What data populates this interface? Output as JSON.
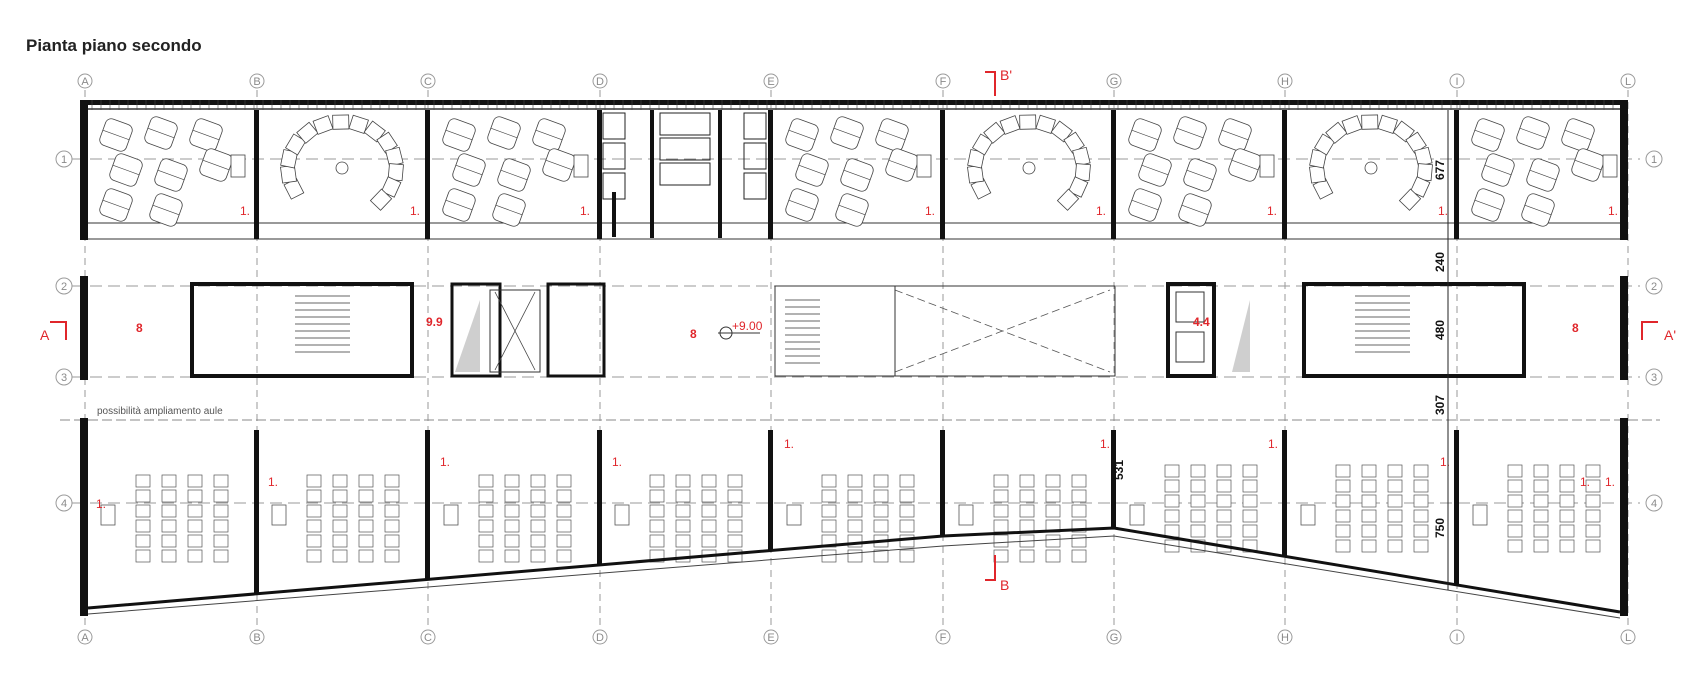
{
  "title": "Pianta piano secondo",
  "axes_columns": [
    "A",
    "B",
    "C",
    "D",
    "E",
    "F",
    "G",
    "H",
    "I",
    "L"
  ],
  "axes_rows": [
    "1",
    "2",
    "3",
    "4"
  ],
  "section_marks": {
    "a_left": "A",
    "a_right": "A'",
    "b_top": "B'",
    "b_bottom": "B"
  },
  "elevation": "+9.00",
  "note": "possibilità ampliamento aule",
  "room_labels_top": [
    "1.",
    "1.",
    "1.",
    "1.",
    "1.",
    "1.",
    "1.",
    "1.",
    "1."
  ],
  "room_labels_bottom": [
    "1.",
    "1.",
    "1.",
    "1.",
    "1.",
    "1.",
    "1.",
    "1.",
    "1.",
    "1."
  ],
  "room_labels_middle": [
    "8",
    "9.9",
    "8",
    "4.4",
    "8"
  ],
  "dimensions": [
    "677",
    "240",
    "480",
    "307",
    "531",
    "750"
  ],
  "colors": {
    "red": "#e0262b",
    "wall": "#111111",
    "grid": "#9a9a9a"
  }
}
